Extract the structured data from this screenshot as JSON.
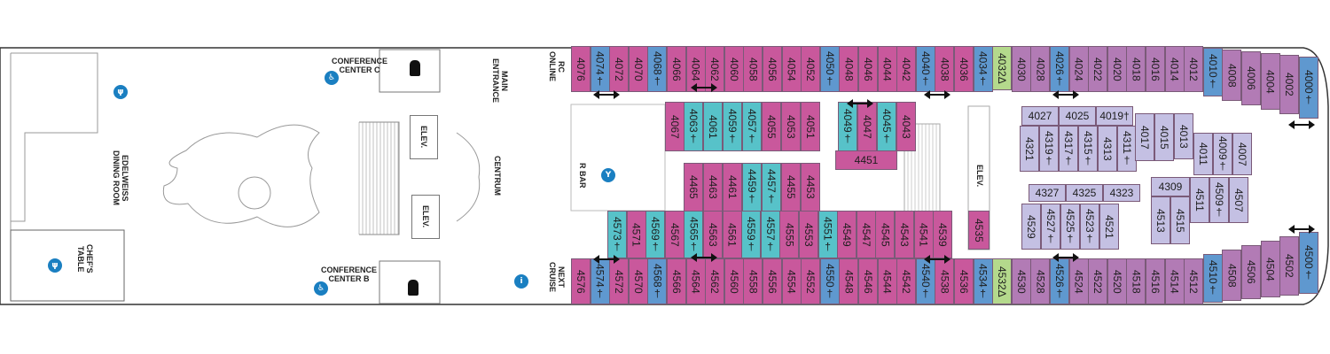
{
  "map": {
    "colors": {
      "purple": "#b27bb5",
      "magenta": "#c9589c",
      "blue": "#5f98cf",
      "teal": "#57c2c9",
      "lavender": "#c4c0e3",
      "green": "#b4d98c",
      "outline": "#7a5a78",
      "deck": "#ffffff",
      "hull": "#333333",
      "icon": "#1a7fc1"
    },
    "labels": {
      "conference_c": "CONFERENCE\nCENTER C",
      "conference_b": "CONFERENCE\nCENTER B",
      "main_entrance": "MAIN\nENTRANCE",
      "rc_online": "RC\nONLINE",
      "next_cruise": "NEXT\nCRUISE",
      "edelweiss": "EDELWEISS\nDINING ROOM",
      "chefs_table": "CHEF'S\nTABLE",
      "centrum": "CENTRUM",
      "r_bar": "R BAR",
      "elev": "ELEV."
    },
    "icons": {
      "restroom": "restroom-icon",
      "accessible": "accessible-icon",
      "dining": "dining-icon",
      "bar": "bar-icon",
      "info": "info-icon"
    },
    "cabins": {
      "top_row": [
        {
          "n": "4076",
          "c": "magenta"
        },
        {
          "n": "4074†",
          "c": "blue"
        },
        {
          "n": "4072",
          "c": "magenta"
        },
        {
          "n": "4070",
          "c": "magenta"
        },
        {
          "n": "4068†",
          "c": "blue"
        },
        {
          "n": "4066",
          "c": "magenta"
        },
        {
          "n": "4064",
          "c": "magenta"
        },
        {
          "n": "4062",
          "c": "magenta"
        },
        {
          "n": "4060",
          "c": "magenta"
        },
        {
          "n": "4058",
          "c": "magenta"
        },
        {
          "n": "4056",
          "c": "magenta"
        },
        {
          "n": "4054",
          "c": "magenta"
        },
        {
          "n": "4052",
          "c": "magenta"
        },
        {
          "n": "4050†",
          "c": "blue"
        },
        {
          "n": "4048",
          "c": "magenta"
        },
        {
          "n": "4046",
          "c": "magenta"
        },
        {
          "n": "4044",
          "c": "magenta"
        },
        {
          "n": "4042",
          "c": "magenta"
        },
        {
          "n": "4040†",
          "c": "blue"
        },
        {
          "n": "4038",
          "c": "magenta"
        },
        {
          "n": "4036",
          "c": "magenta"
        },
        {
          "n": "4034†",
          "c": "blue"
        },
        {
          "n": "4032Δ",
          "c": "green"
        },
        {
          "n": "4030",
          "c": "purple"
        },
        {
          "n": "4028",
          "c": "purple"
        },
        {
          "n": "4026†",
          "c": "blue"
        },
        {
          "n": "4024",
          "c": "purple"
        },
        {
          "n": "4022",
          "c": "purple"
        },
        {
          "n": "4020",
          "c": "purple"
        },
        {
          "n": "4018",
          "c": "purple"
        },
        {
          "n": "4016",
          "c": "purple"
        },
        {
          "n": "4014",
          "c": "purple"
        },
        {
          "n": "4012",
          "c": "purple"
        },
        {
          "n": "4010†",
          "c": "blue"
        },
        {
          "n": "4008",
          "c": "purple"
        },
        {
          "n": "4006",
          "c": "purple"
        },
        {
          "n": "4004",
          "c": "purple"
        },
        {
          "n": "4002",
          "c": "purple"
        },
        {
          "n": "4000†",
          "c": "blue"
        }
      ],
      "bottom_row": [
        {
          "n": "4576",
          "c": "magenta"
        },
        {
          "n": "4574†",
          "c": "blue"
        },
        {
          "n": "4572",
          "c": "magenta"
        },
        {
          "n": "4570",
          "c": "magenta"
        },
        {
          "n": "4568†",
          "c": "blue"
        },
        {
          "n": "4566",
          "c": "magenta"
        },
        {
          "n": "4564",
          "c": "magenta"
        },
        {
          "n": "4562",
          "c": "magenta"
        },
        {
          "n": "4560",
          "c": "magenta"
        },
        {
          "n": "4558",
          "c": "magenta"
        },
        {
          "n": "4556",
          "c": "magenta"
        },
        {
          "n": "4554",
          "c": "magenta"
        },
        {
          "n": "4552",
          "c": "magenta"
        },
        {
          "n": "4550†",
          "c": "blue"
        },
        {
          "n": "4548",
          "c": "magenta"
        },
        {
          "n": "4546",
          "c": "magenta"
        },
        {
          "n": "4544",
          "c": "magenta"
        },
        {
          "n": "4542",
          "c": "magenta"
        },
        {
          "n": "4540†",
          "c": "blue"
        },
        {
          "n": "4538",
          "c": "magenta"
        },
        {
          "n": "4536",
          "c": "magenta"
        },
        {
          "n": "4534†",
          "c": "blue"
        },
        {
          "n": "4532Δ",
          "c": "green"
        },
        {
          "n": "4530",
          "c": "purple"
        },
        {
          "n": "4528",
          "c": "purple"
        },
        {
          "n": "4526†",
          "c": "blue"
        },
        {
          "n": "4524",
          "c": "purple"
        },
        {
          "n": "4522",
          "c": "purple"
        },
        {
          "n": "4520",
          "c": "purple"
        },
        {
          "n": "4518",
          "c": "purple"
        },
        {
          "n": "4516",
          "c": "purple"
        },
        {
          "n": "4514",
          "c": "purple"
        },
        {
          "n": "4512",
          "c": "purple"
        },
        {
          "n": "4510†",
          "c": "blue"
        },
        {
          "n": "4508",
          "c": "purple"
        },
        {
          "n": "4506",
          "c": "purple"
        },
        {
          "n": "4504",
          "c": "purple"
        },
        {
          "n": "4502",
          "c": "purple"
        },
        {
          "n": "4500†",
          "c": "blue"
        }
      ],
      "inner_upper": [
        {
          "n": "4067",
          "c": "magenta"
        },
        {
          "n": "4063†",
          "c": "teal"
        },
        {
          "n": "4061",
          "c": "teal"
        },
        {
          "n": "4059†",
          "c": "teal"
        },
        {
          "n": "4057†",
          "c": "teal"
        },
        {
          "n": "4055",
          "c": "magenta"
        },
        {
          "n": "4053",
          "c": "magenta"
        },
        {
          "n": "4051",
          "c": "magenta"
        },
        {
          "n": "4049†",
          "c": "teal"
        },
        {
          "n": "4047",
          "c": "magenta"
        },
        {
          "n": "4045†",
          "c": "teal"
        },
        {
          "n": "4043",
          "c": "magenta"
        },
        {
          "n": "4451",
          "c": "magenta"
        }
      ],
      "inner_middle": [
        {
          "n": "4465",
          "c": "magenta"
        },
        {
          "n": "4463",
          "c": "magenta"
        },
        {
          "n": "4461",
          "c": "magenta"
        },
        {
          "n": "4459†",
          "c": "teal"
        },
        {
          "n": "4457†",
          "c": "teal"
        },
        {
          "n": "4455",
          "c": "magenta"
        },
        {
          "n": "4453",
          "c": "magenta"
        }
      ],
      "inner_lower": [
        {
          "n": "4573†",
          "c": "teal"
        },
        {
          "n": "4571",
          "c": "magenta"
        },
        {
          "n": "4569†",
          "c": "teal"
        },
        {
          "n": "4567",
          "c": "magenta"
        },
        {
          "n": "4565†",
          "c": "teal"
        },
        {
          "n": "4563",
          "c": "magenta"
        },
        {
          "n": "4561",
          "c": "magenta"
        },
        {
          "n": "4559†",
          "c": "teal"
        },
        {
          "n": "4557†",
          "c": "teal"
        },
        {
          "n": "4555",
          "c": "magenta"
        },
        {
          "n": "4553",
          "c": "magenta"
        },
        {
          "n": "4551†",
          "c": "teal"
        },
        {
          "n": "4549",
          "c": "magenta"
        },
        {
          "n": "4547",
          "c": "magenta"
        },
        {
          "n": "4545",
          "c": "magenta"
        },
        {
          "n": "4543",
          "c": "magenta"
        },
        {
          "n": "4541",
          "c": "magenta"
        },
        {
          "n": "4539",
          "c": "magenta"
        },
        {
          "n": "4535",
          "c": "magenta"
        }
      ],
      "forward_block": [
        {
          "n": "4027",
          "c": "lavender"
        },
        {
          "n": "4025",
          "c": "lavender"
        },
        {
          "n": "4019†",
          "c": "lavender"
        },
        {
          "n": "4321",
          "c": "lavender"
        },
        {
          "n": "4319†",
          "c": "lavender"
        },
        {
          "n": "4317†",
          "c": "lavender"
        },
        {
          "n": "4315†",
          "c": "lavender"
        },
        {
          "n": "4313",
          "c": "lavender"
        },
        {
          "n": "4311†",
          "c": "lavender"
        },
        {
          "n": "4017",
          "c": "lavender"
        },
        {
          "n": "4015",
          "c": "lavender"
        },
        {
          "n": "4013",
          "c": "lavender"
        },
        {
          "n": "4011",
          "c": "lavender"
        },
        {
          "n": "4009†",
          "c": "lavender"
        },
        {
          "n": "4007",
          "c": "lavender"
        },
        {
          "n": "4309",
          "c": "lavender"
        },
        {
          "n": "4511",
          "c": "lavender"
        },
        {
          "n": "4509†",
          "c": "lavender"
        },
        {
          "n": "4507",
          "c": "lavender"
        },
        {
          "n": "4513",
          "c": "lavender"
        },
        {
          "n": "4515",
          "c": "lavender"
        },
        {
          "n": "4327",
          "c": "lavender"
        },
        {
          "n": "4325",
          "c": "lavender"
        },
        {
          "n": "4323",
          "c": "lavender"
        },
        {
          "n": "4529",
          "c": "lavender"
        },
        {
          "n": "4527†",
          "c": "lavender"
        },
        {
          "n": "4525†",
          "c": "lavender"
        },
        {
          "n": "4523†",
          "c": "lavender"
        },
        {
          "n": "4521",
          "c": "lavender"
        }
      ]
    }
  }
}
